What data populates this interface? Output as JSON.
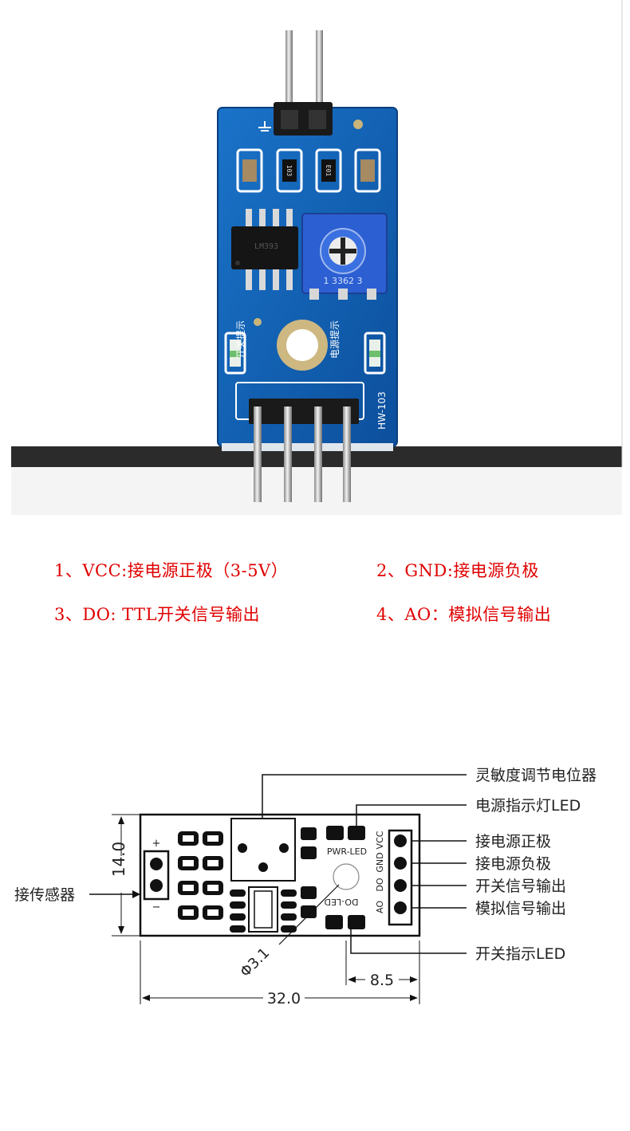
{
  "photo": {
    "silk_left": "开关提示",
    "silk_right": "电源提示",
    "model": "HW-103",
    "pot_label": "1 3362 3",
    "chip_text": "LM393",
    "res1": "103",
    "res2": "E01"
  },
  "pins": {
    "vcc": "1、VCC:接电源正极（3-5V）",
    "gnd": "2、GND:接电源负极",
    "do": "3、DO: TTL开关信号输出",
    "ao": "4、AO：模拟信号输出"
  },
  "diagram": {
    "annotations": {
      "pot": "灵敏度调节电位器",
      "pwr_led": "电源指示灯LED",
      "vcc": "接电源正极",
      "gnd": "接电源负极",
      "do": "开关信号输出",
      "ao": "模拟信号输出",
      "sw_led": "开关指示LED",
      "sensor": "接传感器"
    },
    "dims": {
      "height": "14.0",
      "width": "32.0",
      "hole_offset": "8.5",
      "hole": "Φ3.1"
    },
    "board_labels": {
      "pwr_led": "PWR-LED",
      "do_led": "DO-LED",
      "pins": [
        "VCC",
        "GND",
        "DO",
        "AO"
      ],
      "plus": "+",
      "minus": "−"
    }
  }
}
